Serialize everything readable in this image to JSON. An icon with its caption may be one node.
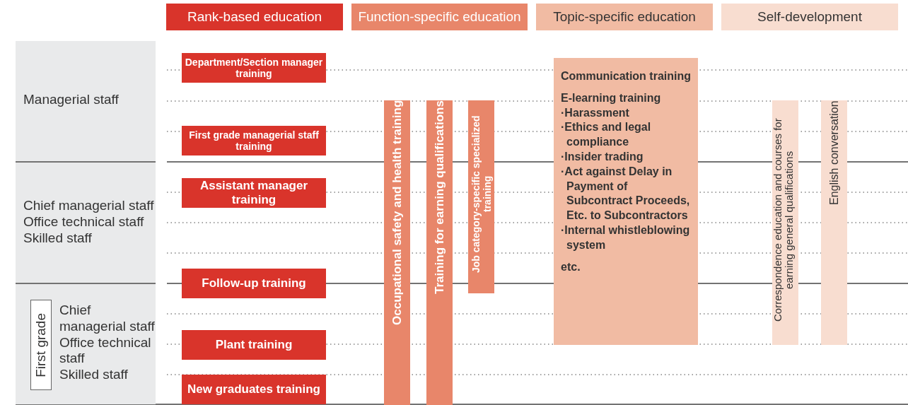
{
  "diagram": {
    "nodes": [
      {
        "text": [
          "Rank-based education"
        ]
      },
      {
        "text": [
          "Function-specific education"
        ]
      },
      {
        "text": [
          "Topic-specific education"
        ]
      },
      {
        "text": [
          "Self-development"
        ]
      },
      {
        "text": [
          "Managerial staff"
        ]
      },
      {
        "text": [
          "Chief managerial staff",
          "Office technical staff",
          "Skilled staff"
        ]
      },
      {
        "text": [
          "Chief managerial staff",
          "Office technical staff",
          "Skilled staff"
        ]
      },
      {
        "text": [
          "First grade"
        ],
        "in": 6
      },
      {
        "text": [
          "Department/Section manager training"
        ]
      },
      {
        "text": [
          "First grade managerial staff training"
        ]
      },
      {
        "text": [
          "Assistant manager training"
        ]
      },
      {
        "text": [
          "Follow-up training"
        ]
      },
      {
        "text": [
          "Plant training"
        ]
      },
      {
        "text": [
          "New graduates training"
        ]
      },
      {
        "text": [
          "Occupational safety and health training"
        ]
      },
      {
        "text": [
          "Training for earning qualifications"
        ]
      },
      {
        "text": [
          "Job category-specific specialized training"
        ]
      },
      {
        "text": [
          "Communication training",
          "E-learning training",
          "·Harassment",
          "·Ethics and legal compliance",
          "·Insider trading",
          "·Act against Delay in Payment of Subcontract Proceeds, Etc. to Subcontractors",
          "·Internal whistleblowing system",
          "etc."
        ]
      },
      {
        "text": [
          "Correspondence education and courses for earning general qualifications"
        ]
      },
      {
        "text": [
          "English conversation"
        ]
      }
    ],
    "edges": []
  }
}
